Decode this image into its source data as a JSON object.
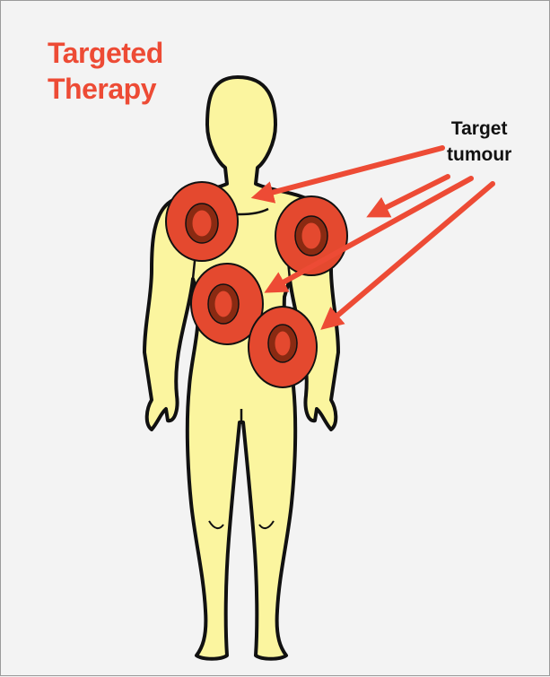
{
  "title": {
    "line1": "Targeted",
    "line2": "Therapy"
  },
  "label": {
    "line1": "Target",
    "line2": "tumour"
  },
  "colors": {
    "background": "#f3f3f3",
    "body_fill": "#fbf59f",
    "outline": "#111111",
    "tumour_outer": "#e4492f",
    "tumour_ring": "#8a2a12",
    "arrow": "#ed4b35",
    "title": "#ed4b35"
  },
  "figure_elements": {
    "body": "human-body-silhouette",
    "tumours": [
      "tumour-upper-left",
      "tumour-upper-right",
      "tumour-middle",
      "tumour-lower"
    ],
    "arrows": [
      "arrow-to-chest",
      "arrow-to-right-shoulder",
      "arrow-to-middle-tumour",
      "arrow-to-lower-tumour"
    ]
  }
}
